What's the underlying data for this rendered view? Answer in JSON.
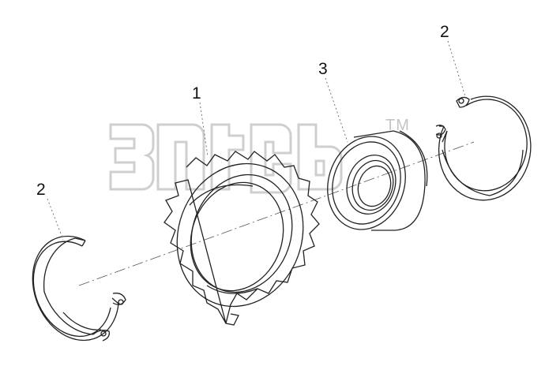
{
  "diagram": {
    "type": "exploded-assembly",
    "watermark_mark": "TM",
    "callouts": [
      {
        "id": "label-part-1",
        "text": "1"
      },
      {
        "id": "label-part-2-right",
        "text": "2"
      },
      {
        "id": "label-part-3",
        "text": "3"
      },
      {
        "id": "label-part-2-left",
        "text": "2"
      }
    ],
    "parts": [
      {
        "ref": "1",
        "icon": "sprocket-icon"
      },
      {
        "ref": "2",
        "icon": "retaining-ring-icon"
      },
      {
        "ref": "3",
        "icon": "ball-bearing-icon"
      }
    ]
  }
}
